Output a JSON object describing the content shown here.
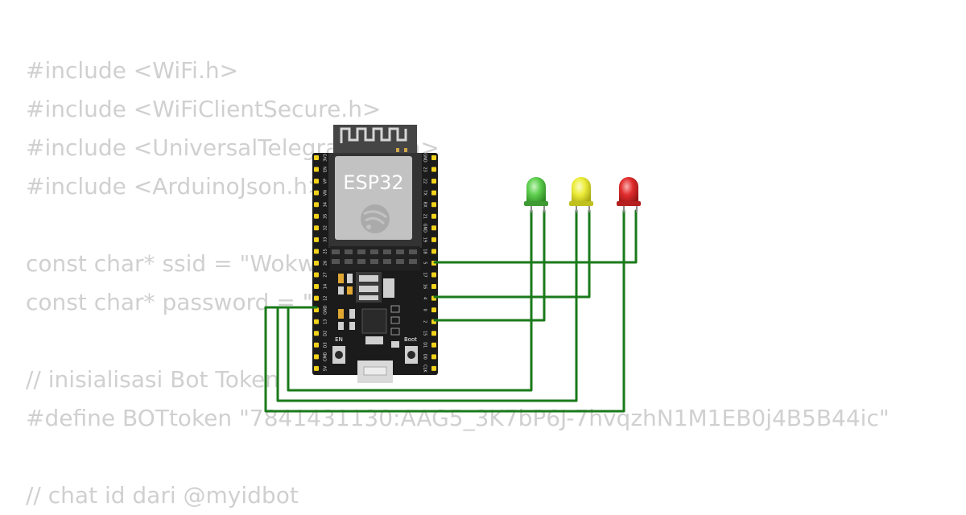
{
  "code_lines": [
    "#include <WiFi.h>",
    "#include <WiFiClientSecure.h>",
    "#include <UniversalTelegramBot.h>",
    "#include <ArduinoJson.h>",
    "",
    "const char* ssid = \"Wokwi-GUEST\";",
    "const char* password = \"\";",
    "",
    "// inisialisasi Bot Token",
    "#define BOTtoken \"7841431130:AAG5_3K7bP6J-7hvqzhN1M1EB0j4B5B44ic\"",
    "",
    "// chat id dari @myidbot"
  ],
  "board": {
    "chip_label": "ESP32",
    "en_label": "EN",
    "boot_label": "Boot",
    "left_pins": [
      "3V3",
      "EN",
      "VP",
      "VN",
      "34",
      "35",
      "32",
      "33",
      "25",
      "26",
      "27",
      "14",
      "12",
      "GND",
      "13",
      "D2",
      "D3",
      "CMD",
      "5V"
    ],
    "right_pins": [
      "GND",
      "23",
      "22",
      "TX",
      "RX",
      "21",
      "GND",
      "19",
      "18",
      "5",
      "17",
      "16",
      "4",
      "0",
      "2",
      "15",
      "D1",
      "D0",
      "CLK"
    ]
  },
  "colors": {
    "wire": "#1a7a1a",
    "led_green": "#5fcf4f",
    "led_yellow": "#ecec3a",
    "led_red": "#e12d2d",
    "board": "#1b1b1b",
    "pin": "#f2d21b",
    "code_text": "#d0d0d0"
  },
  "leds": [
    {
      "name": "green-led",
      "color": "green"
    },
    {
      "name": "yellow-led",
      "color": "yellow"
    },
    {
      "name": "red-led",
      "color": "red"
    }
  ]
}
